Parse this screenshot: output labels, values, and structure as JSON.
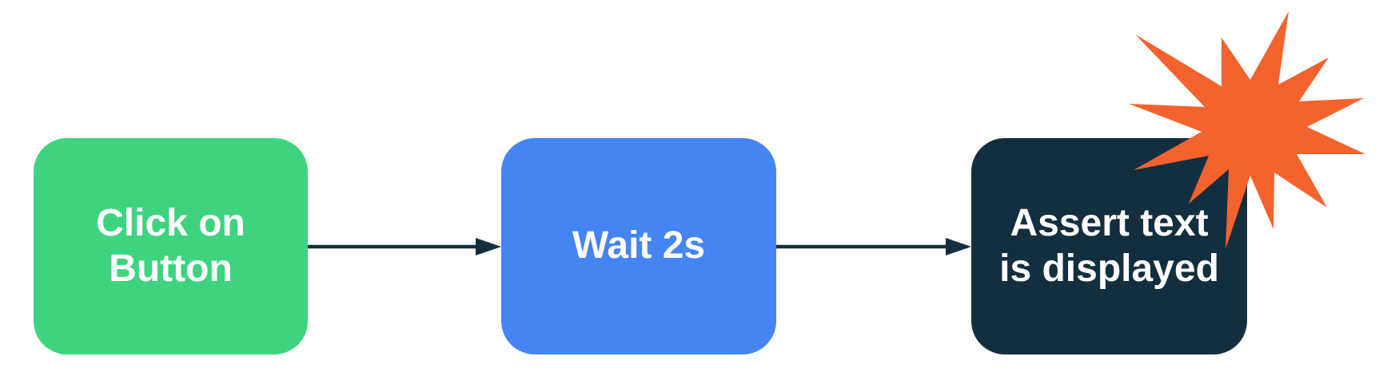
{
  "diagram": {
    "title": "test-steps-flow",
    "background_color": "#ffffff",
    "text_color": "#ffffff",
    "arrow_color": "#132f3f",
    "burst_color": "#f4622d",
    "nodes": [
      {
        "id": "click-on-button",
        "label": "Click on\nButton",
        "color": "#3ed47f",
        "shape": "rounded-rect"
      },
      {
        "id": "wait-2s",
        "label": "Wait 2s",
        "color": "#4484f3",
        "shape": "rounded-rect"
      },
      {
        "id": "assert-text-displayed",
        "label": "Assert text\nis displayed",
        "color": "#132f3f",
        "shape": "rounded-rect",
        "decoration": "starburst-icon"
      }
    ],
    "connectors": [
      {
        "from": "click-on-button",
        "to": "wait-2s",
        "style": "arrow-right"
      },
      {
        "from": "wait-2s",
        "to": "assert-text-displayed",
        "style": "arrow-right"
      }
    ]
  }
}
